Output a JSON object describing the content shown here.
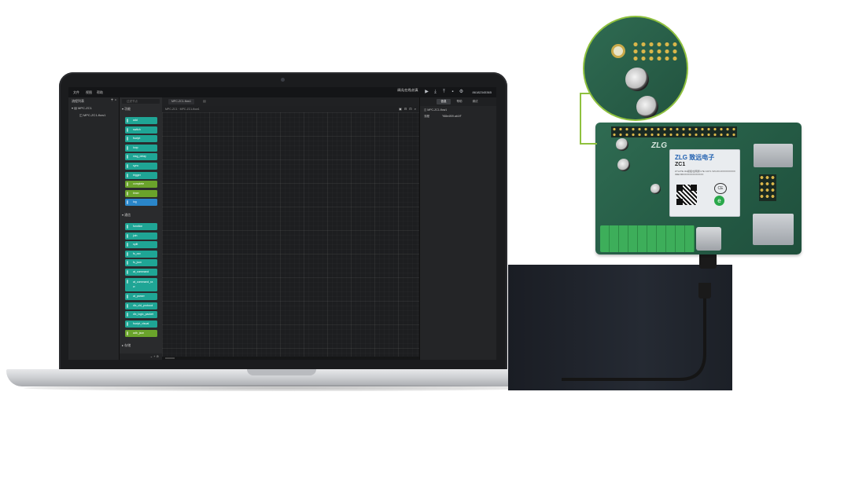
{
  "menubar": {
    "items": [
      "文件",
      "视图",
      "帮助"
    ],
    "run_label": "调试(在线)仿真",
    "device_serial": "86182345365"
  },
  "left_panel": {
    "title": "流程列表",
    "project": "MPC-ZC1",
    "flow": "MPC-ZC1-flow1"
  },
  "palette": {
    "search_placeholder": "过滤节点",
    "categories": [
      "功能",
      "通信",
      "存储"
    ],
    "function_nodes": [
      {
        "label": "add",
        "color": "teal"
      },
      {
        "label": "switch",
        "color": "teal"
      },
      {
        "label": "fscript",
        "color": "teal"
      },
      {
        "label": "loop",
        "color": "teal"
      },
      {
        "label": "msg_delay",
        "color": "teal"
      },
      {
        "label": "sync",
        "color": "teal"
      },
      {
        "label": "trigger",
        "color": "teal"
      },
      {
        "label": "complete",
        "color": "green"
      },
      {
        "label": "timer",
        "color": "green"
      },
      {
        "label": "log",
        "color": "blue"
      }
    ],
    "comm_nodes": [
      {
        "label": "function",
        "color": "teal"
      },
      {
        "label": "join",
        "color": "teal"
      },
      {
        "label": "split",
        "color": "teal"
      },
      {
        "label": "fs_csv",
        "color": "teal"
      },
      {
        "label": "fs_json",
        "color": "teal"
      },
      {
        "label": "at_command",
        "color": "teal"
      },
      {
        "label": "at_command_ra\nw",
        "color": "teal"
      },
      {
        "label": "at_parser",
        "color": "teal"
      },
      {
        "label": "dlx_cld_protocol",
        "color": "teal"
      },
      {
        "label": "dlx_logic_packet",
        "color": "teal"
      },
      {
        "label": "fscript_visual",
        "color": "teal"
      },
      {
        "label": "adb_json",
        "color": "green"
      }
    ]
  },
  "editor": {
    "tab_label": "MPC-ZC1-flow1",
    "breadcrumb": "MPC-ZC1 · MPC-ZC1-flow1"
  },
  "right_panel": {
    "tabs": [
      "信息",
      "帮助",
      "调试"
    ],
    "active_tab": 0,
    "flow_name": "MPC-ZC1-flow1",
    "prop_label": "流程",
    "prop_value": "\"f68e4f09.ab1ff\""
  },
  "hardware": {
    "brand_silk": "ZLG",
    "module_brand": "ZLG 致远电子",
    "module_model": "ZC1",
    "module_small_text": "ZYL4TE 4G模组/全网通 LTE CAT.1 S/N:ZC1XXXXXXXXX IMEI:86XXXXXXXXXXXXX",
    "ce_mark": "CE"
  },
  "colors": {
    "teal": "#1fa595",
    "green": "#6aa32b",
    "blue": "#2a86c9",
    "accent_ring": "#8fc13e"
  }
}
